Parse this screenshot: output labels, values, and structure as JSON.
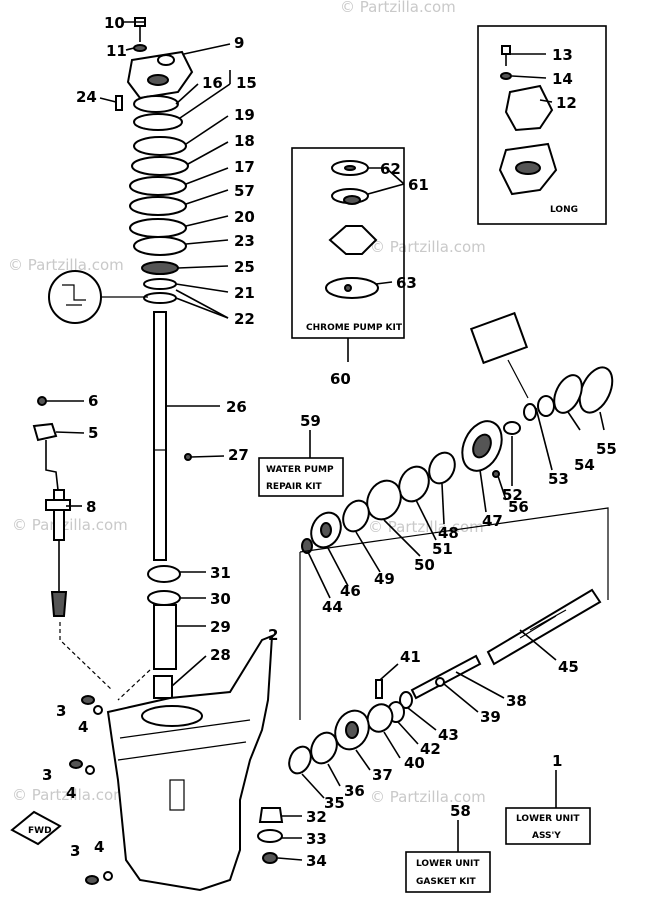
{
  "labels": [
    {
      "text": "10"
    },
    {
      "text": "11"
    },
    {
      "text": "9"
    },
    {
      "text": "16"
    },
    {
      "text": "15"
    },
    {
      "text": "24"
    },
    {
      "text": "19"
    },
    {
      "text": "18"
    },
    {
      "text": "17"
    },
    {
      "text": "57"
    },
    {
      "text": "20"
    },
    {
      "text": "23"
    },
    {
      "text": "25"
    },
    {
      "text": "21"
    },
    {
      "text": "22"
    },
    {
      "text": "6"
    },
    {
      "text": "5"
    },
    {
      "text": "26"
    },
    {
      "text": "27"
    },
    {
      "text": "8"
    },
    {
      "text": "31"
    },
    {
      "text": "30"
    },
    {
      "text": "29"
    },
    {
      "text": "28"
    },
    {
      "text": "2"
    },
    {
      "text": "3"
    },
    {
      "text": "4"
    },
    {
      "text": "3"
    },
    {
      "text": "4"
    },
    {
      "text": "3"
    },
    {
      "text": "4"
    },
    {
      "text": "13"
    },
    {
      "text": "14"
    },
    {
      "text": "12"
    },
    {
      "text": "62"
    },
    {
      "text": "61"
    },
    {
      "text": "63"
    },
    {
      "text": "60"
    },
    {
      "text": "59"
    },
    {
      "text": "55"
    },
    {
      "text": "54"
    },
    {
      "text": "53"
    },
    {
      "text": "52"
    },
    {
      "text": "56"
    },
    {
      "text": "47"
    },
    {
      "text": "48"
    },
    {
      "text": "51"
    },
    {
      "text": "50"
    },
    {
      "text": "49"
    },
    {
      "text": "46"
    },
    {
      "text": "44"
    },
    {
      "text": "45"
    },
    {
      "text": "41"
    },
    {
      "text": "38"
    },
    {
      "text": "39"
    },
    {
      "text": "43"
    },
    {
      "text": "42"
    },
    {
      "text": "40"
    },
    {
      "text": "37"
    },
    {
      "text": "36"
    },
    {
      "text": "35"
    },
    {
      "text": "32"
    },
    {
      "text": "33"
    },
    {
      "text": "34"
    },
    {
      "text": "58"
    },
    {
      "text": "1"
    }
  ],
  "boxes": {
    "long": "LONG",
    "chrome_pump_kit": "CHROME PUMP KIT",
    "water_pump_line1": "WATER PUMP",
    "water_pump_line2": "REPAIR KIT",
    "lower_unit_line1": "LOWER UNIT",
    "lower_unit_line2": "ASS'Y",
    "gasket_line1": "LOWER UNIT",
    "gasket_line2": "GASKET KIT",
    "fwd": "FWD"
  },
  "watermark": "© Partzilla.com"
}
